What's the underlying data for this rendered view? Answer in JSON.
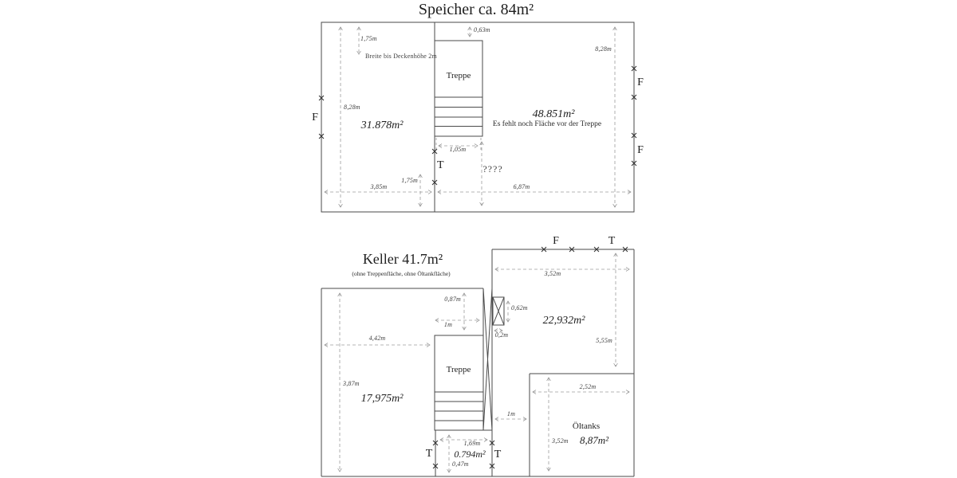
{
  "speicher": {
    "title": "Speicher ca. 84m²",
    "stairs_label": "Treppe",
    "left_room": {
      "area": "31.878m²"
    },
    "right_room": {
      "area": "48.851m²",
      "note": "Es fehlt noch Fläche vor der Treppe",
      "unknown_dim": "????"
    },
    "dims": {
      "top_left_height": "1,75m",
      "ceiling_note": "Breite bis Deckenhöhe 2m",
      "left_height": "8,28m",
      "stair_offset": "0,63m",
      "right_height": "8,28m",
      "stair_width": "1,05m",
      "door_offset": "1,75m",
      "left_width": "3,85m",
      "right_width": "6,87m"
    },
    "openings": {
      "window_left": "F",
      "window_right_top": "F",
      "window_right_bottom": "F",
      "door_center": "T"
    }
  },
  "keller": {
    "title": "Keller 41.7m²",
    "subtitle": "(ohne Treppenfläche, ohne Öltankfläche)",
    "stairs_label": "Treppe",
    "left_room": {
      "area": "17,975m²"
    },
    "right_room": {
      "area": "22,932m²"
    },
    "oiltank_room": {
      "label": "Öltanks",
      "area": "8,87m²"
    },
    "vestibule": {
      "area": "0.794m²"
    },
    "dims": {
      "top_width": "3,52m",
      "stair_head": "0,87m",
      "stair_top_width": "1m",
      "duct_height": "0,62m",
      "duct_width": "0,2m",
      "right_height": "5,55m",
      "left_width": "4,42m",
      "left_height": "3,87m",
      "oiltank_width": "2,52m",
      "oiltank_height": "3,52m",
      "passage_width": "1m",
      "vestibule_width": "1,69m",
      "vestibule_depth": "0,47m"
    },
    "openings": {
      "window_top": "F",
      "door_top": "T",
      "door_left": "T",
      "door_right": "T"
    }
  }
}
